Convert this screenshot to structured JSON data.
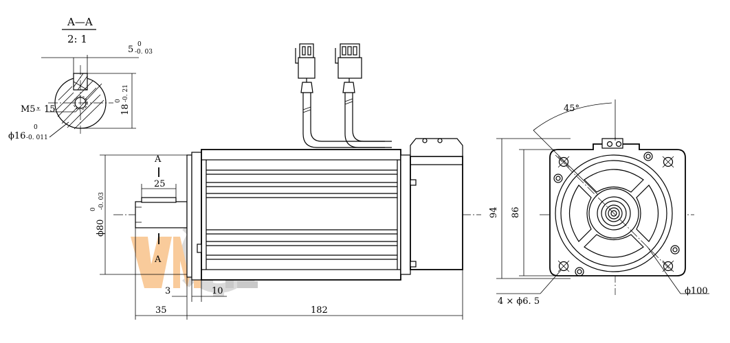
{
  "section": {
    "title": "A—A",
    "scale": "2: 1",
    "key_width": "5",
    "key_width_tol_upper": "0",
    "key_width_tol_lower": "-0. 03",
    "thread_note": "M5",
    "thread_depth_symbol": "⩡",
    "thread_depth": "15",
    "key_height": "18",
    "key_height_tol_upper": "0",
    "key_height_tol_lower": "-0. 21",
    "shaft_dia": "ϕ16",
    "shaft_dia_tol_upper": "0",
    "shaft_dia_tol_lower": "-0. 011"
  },
  "side_view": {
    "section_mark_top": "A",
    "section_mark_bottom": "A",
    "key_length": "25",
    "flange_dia": "ϕ80",
    "flange_dia_tol_upper": "0",
    "flange_dia_tol_lower": "-0. 03",
    "shoulder": "3",
    "flange_thickness": "10",
    "shaft_length": "35",
    "body_length": "182"
  },
  "front_view": {
    "angle": "45°",
    "outer_size": "94",
    "hole_spacing": "86",
    "hole_note": "4 × ϕ6. 5",
    "pcd": "ϕ100"
  },
  "watermark": {
    "text": "VMDE"
  },
  "colors": {
    "line": "#000000",
    "watermark_orange": "#f5a14a",
    "watermark_gray": "#bdbdbd"
  }
}
